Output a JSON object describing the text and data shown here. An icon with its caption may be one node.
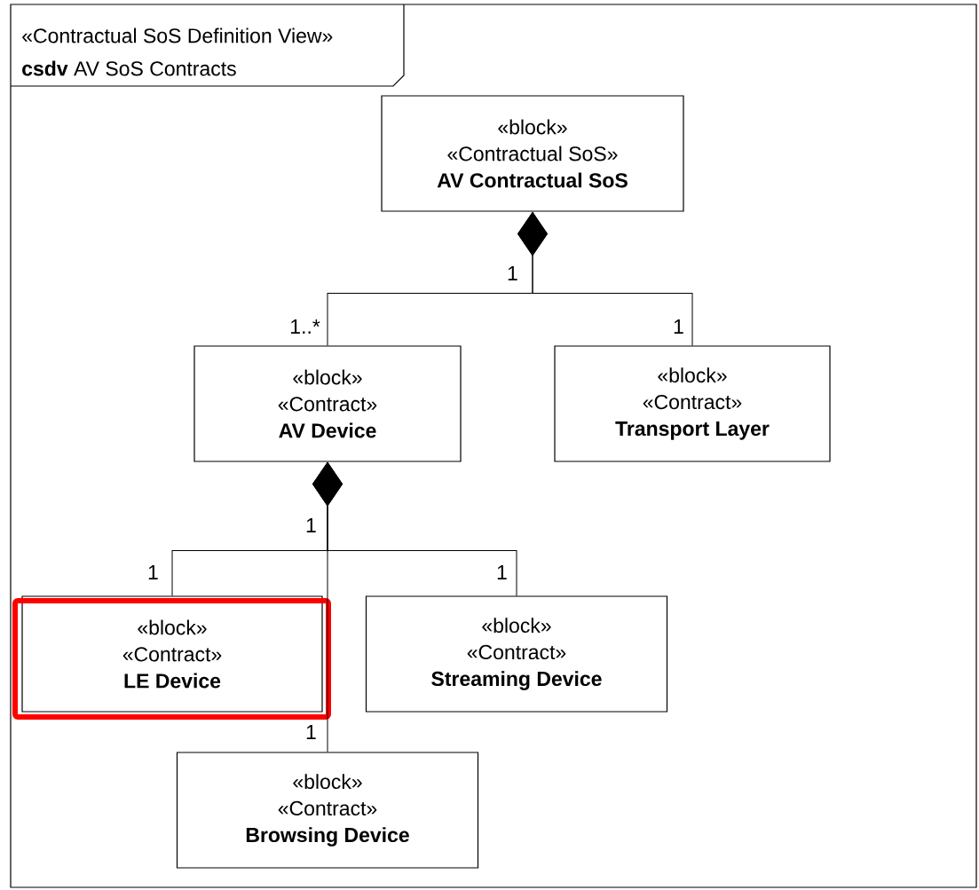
{
  "diagram": {
    "nodes": [
      {
        "text": [
          "«Contractual SoS Definition View»",
          "**csdv** AV SoS Contracts"
        ]
      },
      {
        "text": [
          "«block»",
          "«Contractual SoS»",
          "AV Contractual SoS"
        ],
        "in": 0
      },
      {
        "text": [
          "«block»",
          "«Contract»",
          "AV Device"
        ],
        "in": 0
      },
      {
        "text": [
          "«block»",
          "«Contract»",
          "Transport Layer"
        ],
        "in": 0
      },
      {
        "text": [
          "«block»",
          "«Contract»",
          "LE Device"
        ],
        "in": 0
      },
      {
        "text": [
          "«block»",
          "«Contract»",
          "Streaming Device"
        ],
        "in": 0
      },
      {
        "text": [
          "«block»",
          "«Contract»",
          "Browsing Device"
        ],
        "in": 0
      }
    ],
    "edges": [
      {
        "from": 1,
        "to": 2,
        "arrow": "other"
      },
      {
        "from": 1,
        "to": 3,
        "arrow": "other"
      },
      {
        "from": 2,
        "to": 4,
        "arrow": "other"
      },
      {
        "from": 2,
        "to": 5,
        "arrow": "other"
      },
      {
        "from": 2,
        "to": 6,
        "arrow": "other"
      }
    ],
    "labels": [
      "1",
      "1..*",
      "1",
      "1",
      "1",
      "1",
      "1"
    ]
  }
}
